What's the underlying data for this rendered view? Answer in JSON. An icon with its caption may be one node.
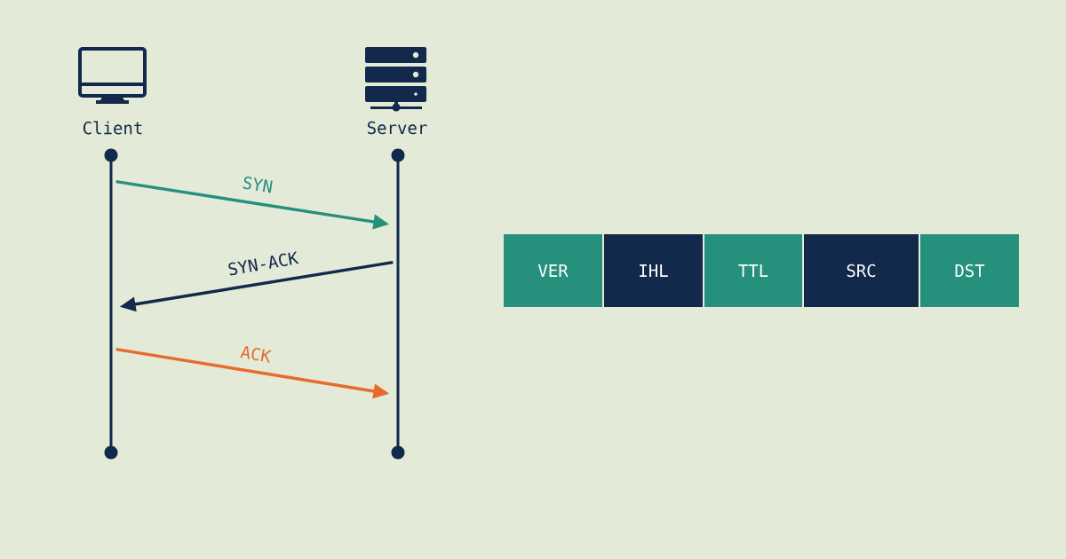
{
  "diagram": {
    "nodes": [
      {
        "text": [
          "Client"
        ]
      },
      {
        "text": [
          "Server"
        ]
      },
      {
        "text": [],
        "shape": "bar"
      },
      {
        "text": [],
        "shape": "bar"
      },
      {
        "text": [
          "VER"
        ]
      },
      {
        "text": [
          "IHL"
        ]
      },
      {
        "text": [
          "TTL"
        ]
      },
      {
        "text": [
          "SRC"
        ]
      },
      {
        "text": [
          "DST"
        ]
      }
    ],
    "edges": [
      {
        "from": 2,
        "to": 3,
        "arrow": "to",
        "label": "SYN",
        "color": "#25907c"
      },
      {
        "from": 3,
        "to": 2,
        "arrow": "to",
        "label": "SYN-ACK",
        "color": "#13294b"
      },
      {
        "from": 2,
        "to": 3,
        "arrow": "to",
        "label": "ACK",
        "color": "#e86a2d"
      }
    ]
  }
}
